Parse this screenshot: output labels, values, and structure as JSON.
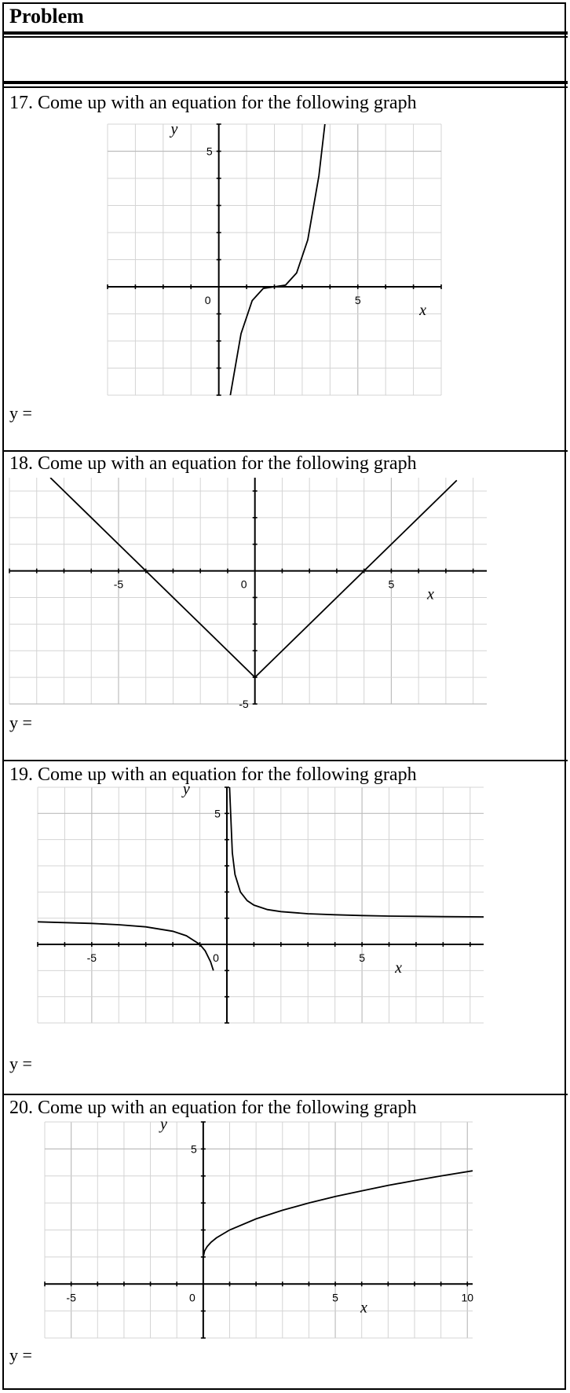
{
  "header": {
    "title": "Problem"
  },
  "problems": [
    {
      "prompt": "17. Come up with an equation for the following graph",
      "answer_label": "y =",
      "chart_data": {
        "type": "line",
        "title": "",
        "xlabel": "x",
        "ylabel": "y",
        "xlim": [
          -4,
          8
        ],
        "ylim": [
          -4,
          6
        ],
        "xticks_labeled": [
          0,
          5
        ],
        "yticks_labeled": [
          5
        ],
        "series": [
          {
            "x": [
              0.4,
              0.8,
              1.2,
              1.6,
              2.0,
              2.4,
              2.8,
              3.2,
              3.6,
              3.85
            ],
            "y": [
              -4.1,
              -1.73,
              -0.51,
              -0.06,
              0.0,
              0.06,
              0.51,
              1.73,
              4.1,
              6.3
            ]
          }
        ]
      }
    },
    {
      "prompt": "18. Come up with an equation for the following graph",
      "answer_label": "y =",
      "chart_data": {
        "type": "line",
        "title": "",
        "xlabel": "x",
        "ylabel": "",
        "xlim": [
          -9,
          8.5
        ],
        "ylim": [
          -5,
          3.5
        ],
        "xticks_labeled": [
          -5,
          0,
          5
        ],
        "yticks_labeled": [
          -5
        ],
        "series": [
          {
            "x": [
              -7.5,
              0,
              7.4
            ],
            "y": [
              3.5,
              -4,
              3.4
            ]
          }
        ]
      }
    },
    {
      "prompt": "19. Come up with an equation for the following graph",
      "answer_label": "y =",
      "chart_data": {
        "type": "line",
        "title": "",
        "xlabel": "x",
        "ylabel": "y",
        "xlim": [
          -7,
          9.5
        ],
        "ylim": [
          -3,
          6
        ],
        "xticks_labeled": [
          -5,
          0,
          5
        ],
        "yticks_labeled": [
          5
        ],
        "series": [
          {
            "x": [
              -7,
              -6,
              -5,
              -4,
              -3,
              -2,
              -1.5,
              -1,
              -0.8,
              -0.6,
              -0.5
            ],
            "y": [
              0.86,
              0.83,
              0.8,
              0.75,
              0.67,
              0.5,
              0.33,
              0.0,
              -0.25,
              -0.67,
              -1.0
            ]
          },
          {
            "x": [
              0.05,
              0.1,
              0.2,
              0.3,
              0.5,
              0.75,
              1,
              1.5,
              2,
              3,
              4,
              5,
              6,
              7,
              8,
              9.5
            ],
            "y": [
              7.0,
              6.0,
              3.5,
              2.67,
              2.0,
              1.67,
              1.5,
              1.33,
              1.25,
              1.17,
              1.13,
              1.1,
              1.08,
              1.07,
              1.06,
              1.05
            ]
          }
        ]
      }
    },
    {
      "prompt": "20. Come up with an equation for the following graph",
      "answer_label": "y =",
      "chart_data": {
        "type": "line",
        "title": "",
        "xlabel": "x",
        "ylabel": "y",
        "xlim": [
          -6,
          10.2
        ],
        "ylim": [
          -2,
          6
        ],
        "xticks_labeled": [
          -5,
          0,
          5,
          10
        ],
        "yticks_labeled": [
          5
        ],
        "series": [
          {
            "x": [
              0,
              0.05,
              0.15,
              0.3,
              0.5,
              1,
              2,
              3,
              4,
              5,
              6,
              7,
              8,
              9,
              10.2
            ],
            "y": [
              1,
              1.22,
              1.39,
              1.55,
              1.71,
              2.0,
              2.41,
              2.73,
              3.0,
              3.24,
              3.45,
              3.65,
              3.83,
              4.0,
              4.19
            ]
          }
        ]
      }
    }
  ]
}
